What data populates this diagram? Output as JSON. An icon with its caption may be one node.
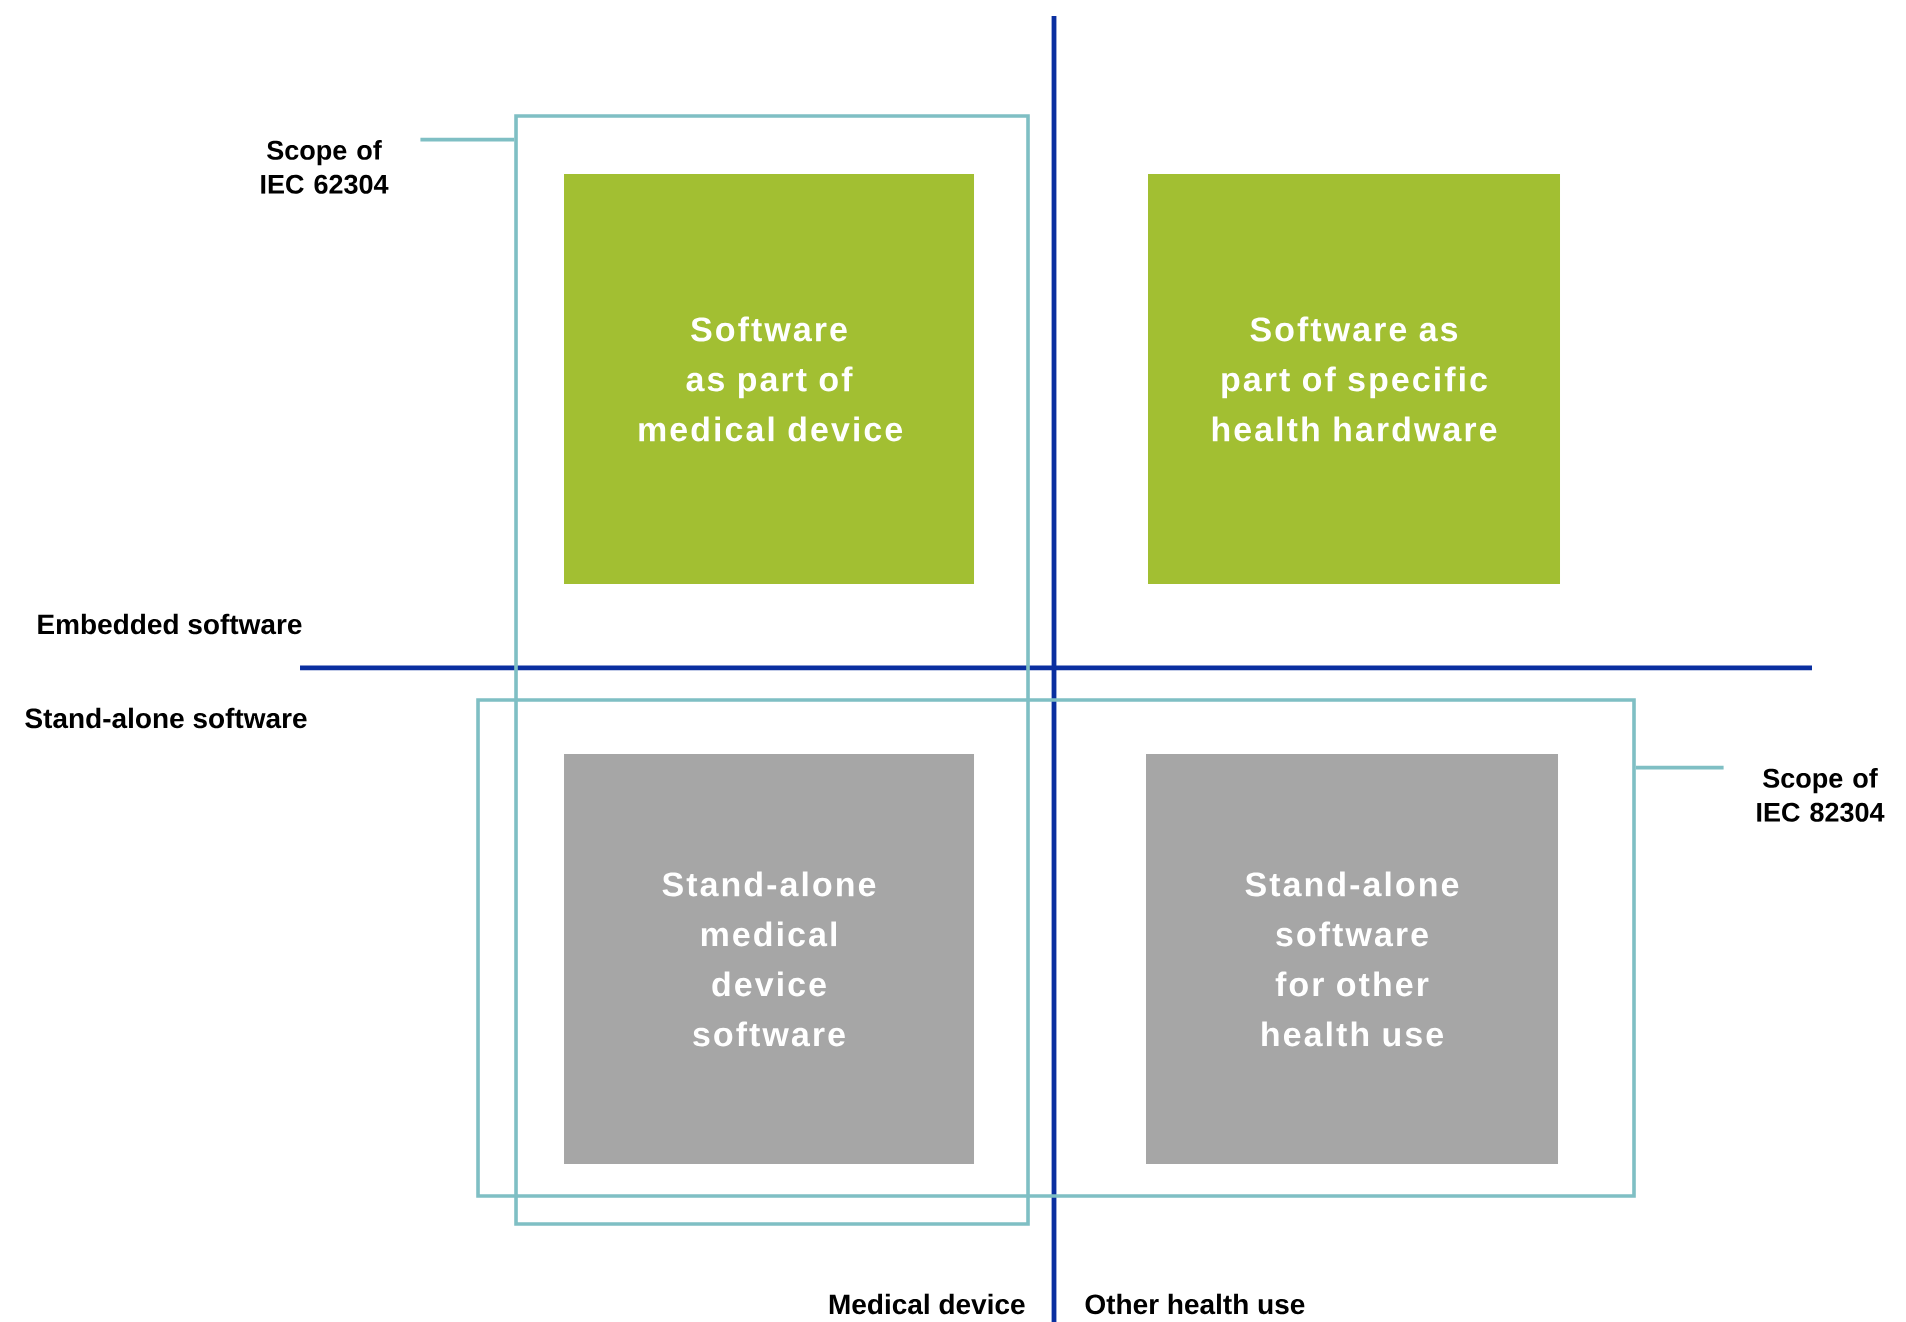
{
  "diagram": {
    "nodes": [
      {
        "text": [
          "Scope of IEC 62304"
        ]
      },
      {
        "text": [],
        "shape": "box"
      },
      {
        "text": [
          "Software as part of medical device"
        ],
        "in": 1
      },
      {
        "text": [
          "Software as part of specific health hardware"
        ]
      },
      {
        "text": [
          "Scope of IEC 82304"
        ]
      },
      {
        "text": [],
        "shape": "box"
      },
      {
        "text": [
          "Stand-alone medical device software"
        ]
      },
      {
        "text": [
          "Stand-alone software for other health use"
        ],
        "in": 5
      }
    ],
    "edges": [
      {
        "from": 0,
        "to": 1,
        "arrow": "none"
      },
      {
        "from": 4,
        "to": 5,
        "arrow": "none"
      }
    ],
    "labels": [
      "Embedded software",
      "Stand-alone software",
      "Medical device",
      "Other health use"
    ]
  }
}
